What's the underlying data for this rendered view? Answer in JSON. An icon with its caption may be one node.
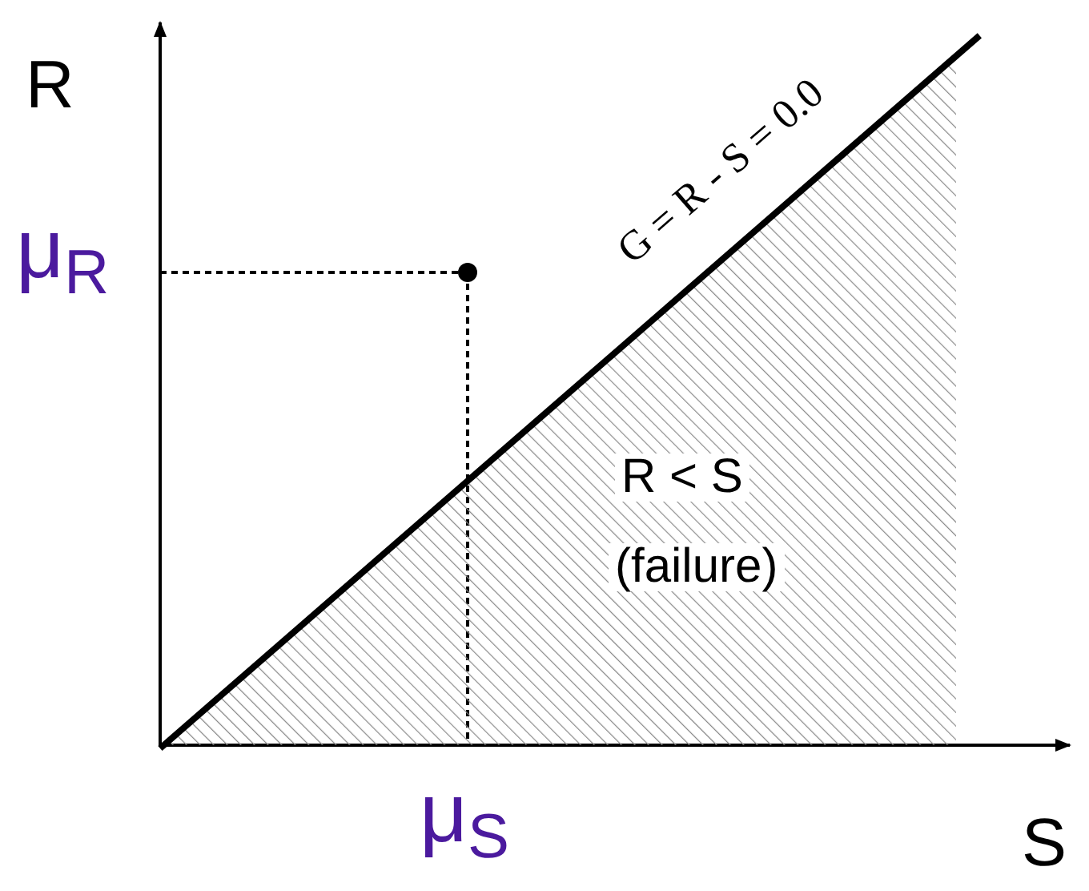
{
  "diagram": {
    "nodes": [
      {
        "text": [
          "R < S",
          "(failure)"
        ]
      }
    ],
    "labels": [
      "R",
      "μ$_{R}$",
      "G = R - S = 0.0",
      "μ$_{S}$",
      "S"
    ]
  }
}
